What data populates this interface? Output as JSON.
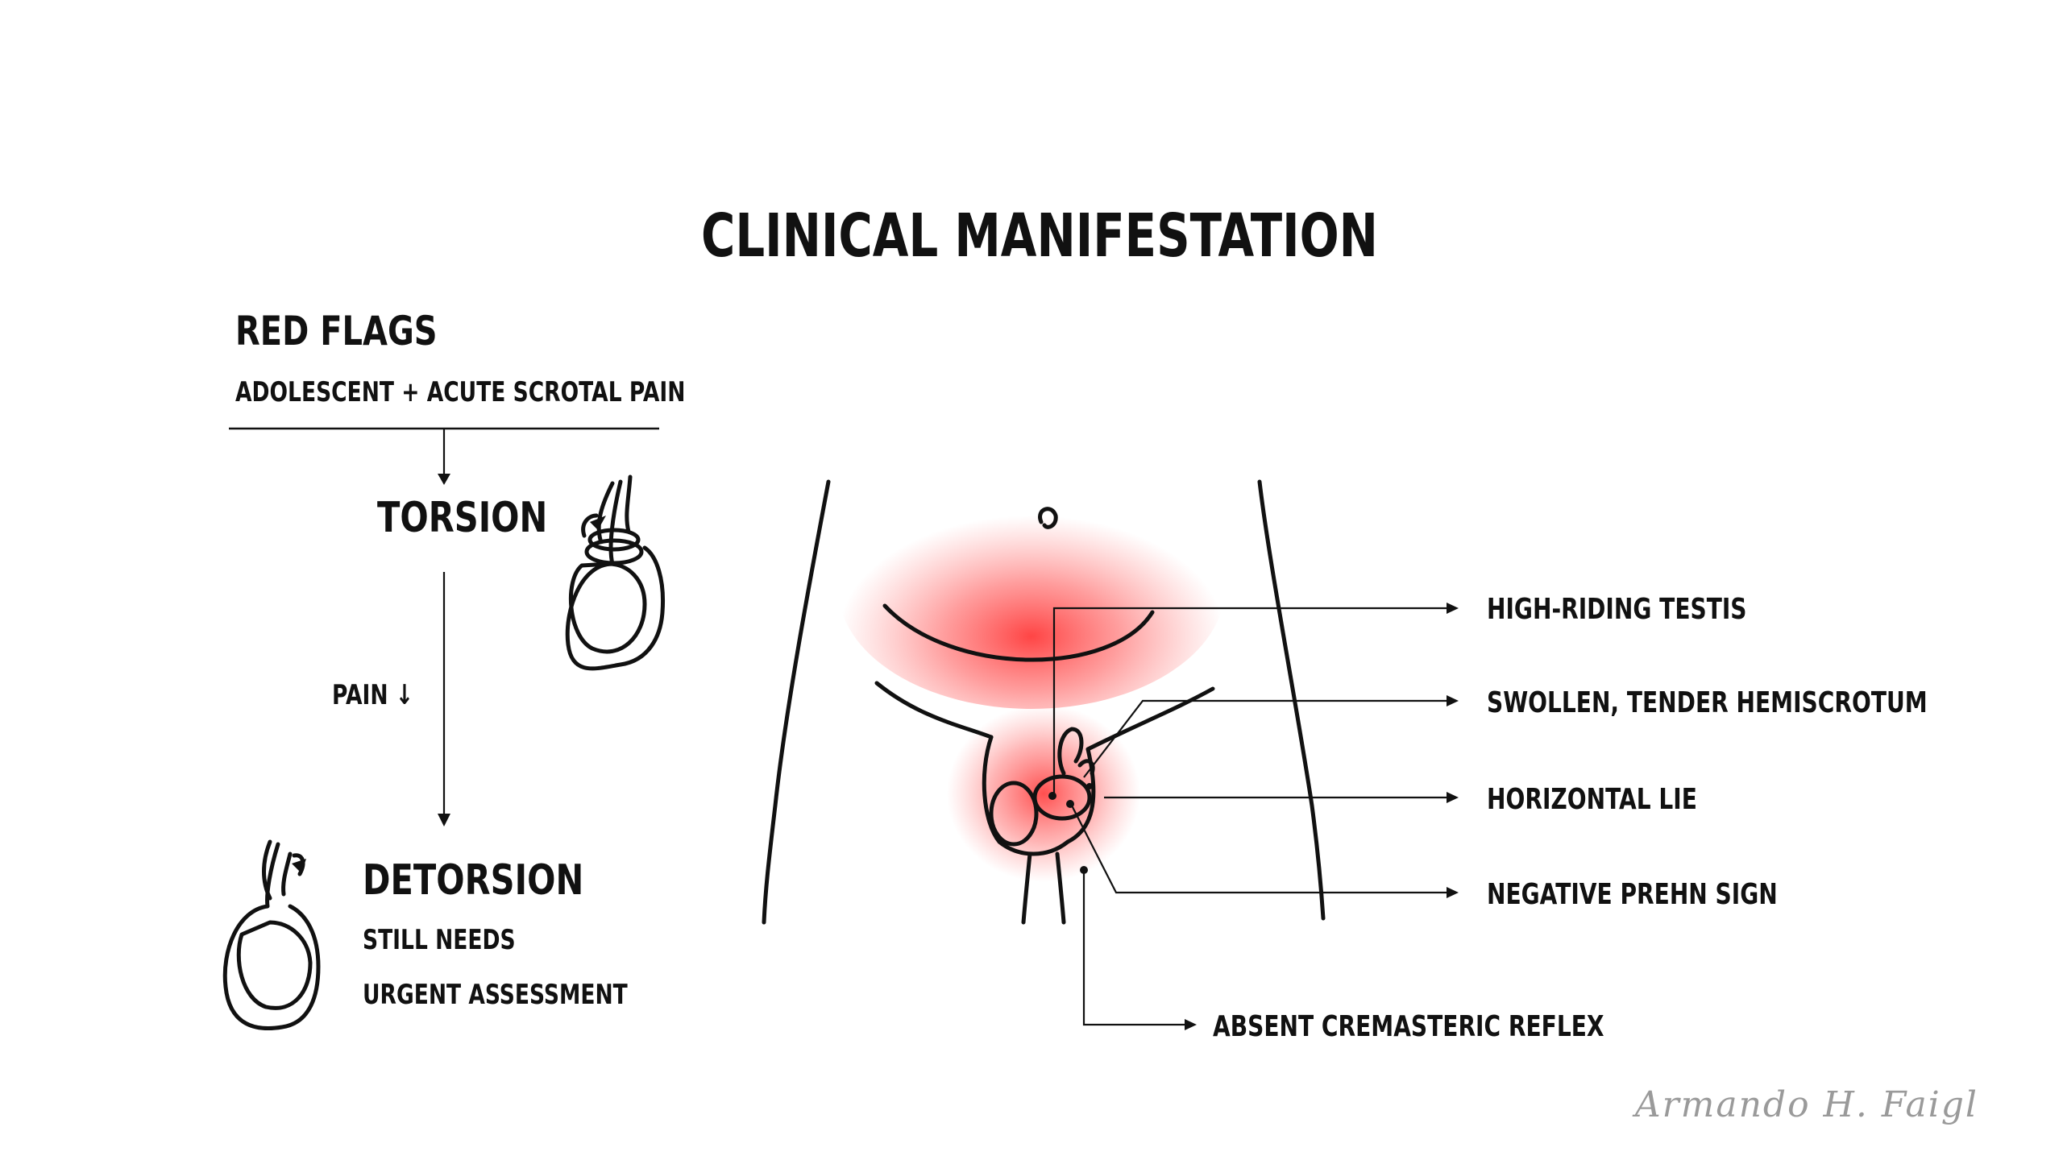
{
  "title": "CLINICAL MANIFESTATION",
  "red_flags": {
    "heading": "RED FLAGS",
    "subtitle": "ADOLESCENT + ACUTE SCROTAL PAIN"
  },
  "flow": {
    "torsion": "TORSION",
    "pain": "PAIN ↓",
    "detorsion": "DETORSION",
    "detorsion_line1": "STILL NEEDS",
    "detorsion_line2": "URGENT ASSESSMENT"
  },
  "signs": [
    "HIGH-RIDING TESTIS",
    "SWOLLEN, TENDER HEMISCROTUM",
    "HORIZONTAL LIE",
    "NEGATIVE PREHN SIGN",
    "ABSENT CREMASTERIC REFLEX"
  ],
  "signature": "Armando H. Faigl",
  "colors": {
    "ink": "#111111",
    "pain_red": "#ff3b3b",
    "signature": "#9a9a9a"
  }
}
